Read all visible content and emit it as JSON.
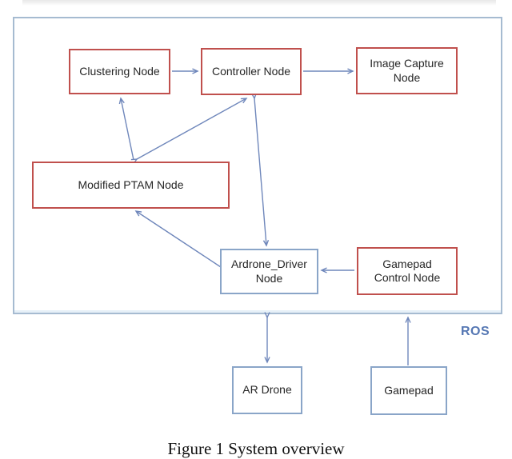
{
  "figure": {
    "caption": "Figure 1 System overview",
    "ros_label": "ROS",
    "nodes": {
      "clustering": {
        "label": "Clustering Node",
        "border": "red"
      },
      "controller": {
        "label": "Controller Node",
        "border": "red"
      },
      "image_capture": {
        "label": "Image Capture Node",
        "border": "red"
      },
      "modified_ptam": {
        "label": "Modified PTAM Node",
        "border": "red"
      },
      "ardrone_driver": {
        "label": "Ardrone_Driver Node",
        "border": "blue"
      },
      "gamepad_control": {
        "label": "Gamepad Control Node",
        "border": "red"
      },
      "ar_drone": {
        "label": "AR Drone",
        "border": "blue"
      },
      "gamepad": {
        "label": "Gamepad",
        "border": "blue"
      }
    },
    "edges": [
      {
        "from": "Clustering Node",
        "to": "Controller Node",
        "bidirectional": false
      },
      {
        "from": "Controller Node",
        "to": "Image Capture Node",
        "bidirectional": false
      },
      {
        "from": "Modified PTAM Node",
        "to": "Clustering Node",
        "bidirectional": false
      },
      {
        "from": "Modified PTAM Node",
        "to": "Controller Node",
        "bidirectional": true
      },
      {
        "from": "Controller Node",
        "to": "Ardrone_Driver Node",
        "bidirectional": true
      },
      {
        "from": "Ardrone_Driver Node",
        "to": "Modified PTAM Node",
        "bidirectional": false
      },
      {
        "from": "Gamepad Control Node",
        "to": "Ardrone_Driver Node",
        "bidirectional": false
      },
      {
        "from": "Ardrone_Driver Node",
        "to": "AR Drone",
        "bidirectional": true
      },
      {
        "from": "Gamepad",
        "to": "Gamepad Control Node",
        "bidirectional": false
      }
    ],
    "colors": {
      "red_node_border": "#c0504d",
      "blue_node_border": "#8aa5c8",
      "ros_container_border": "#a6bbd1",
      "arrow": "#6f87bb",
      "ros_label_text": "#5577b3",
      "node_label_text": "#262626"
    }
  }
}
